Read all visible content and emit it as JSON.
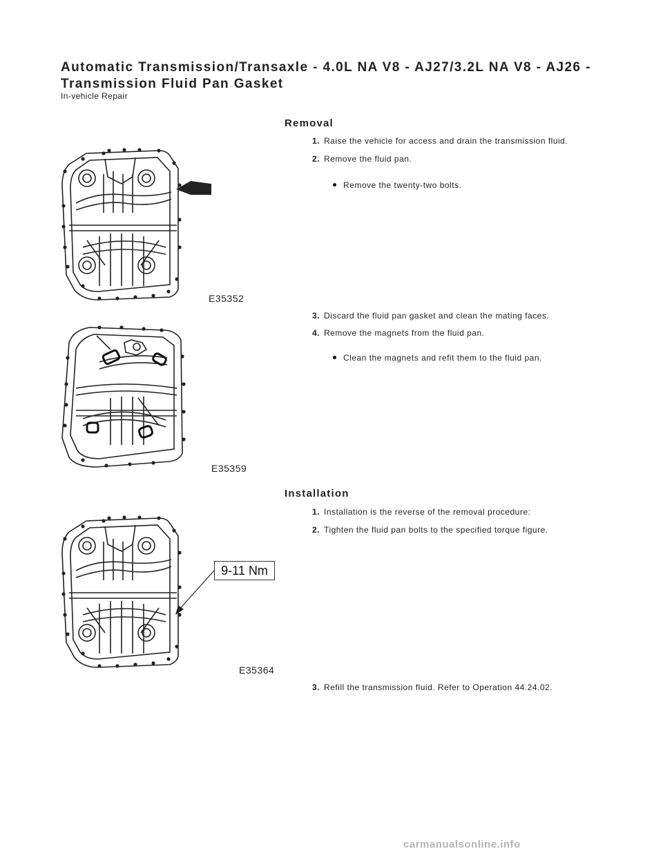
{
  "doc": {
    "title": "Automatic Transmission/Transaxle - 4.0L NA V8 - AJ27/3.2L NA V8 - AJ26 - Transmission Fluid Pan Gasket",
    "subtitle": "In-vehicle Repair"
  },
  "removal": {
    "heading": "Removal",
    "steps": [
      {
        "num": "1.",
        "text": "Raise the vehicle for access and drain the transmission fluid."
      },
      {
        "num": "2.",
        "text": "Remove the fluid pan."
      },
      {
        "bullet": "Remove the twenty-two bolts."
      },
      {
        "num": "3.",
        "text": "Discard the fluid pan gasket and clean the mating faces."
      },
      {
        "num": "4.",
        "text": "Remove the magnets from the fluid pan."
      },
      {
        "bullet": "Clean the magnets and refit them to the fluid pan."
      }
    ]
  },
  "installation": {
    "heading": "Installation",
    "steps": [
      {
        "num": "1.",
        "text": "Installation is the reverse of the removal procedure:"
      },
      {
        "num": "2.",
        "text": "Tighten the fluid pan bolts to the specified torque figure."
      },
      {
        "num": "3.",
        "text": "Refill the transmission fluid. Refer to Operation 44.24.02."
      }
    ]
  },
  "figures": [
    {
      "code": "E35352"
    },
    {
      "code": "E35359"
    },
    {
      "code": "E35364",
      "torque": "9-11 Nm"
    }
  ],
  "watermark": "carmanualsonline.info"
}
